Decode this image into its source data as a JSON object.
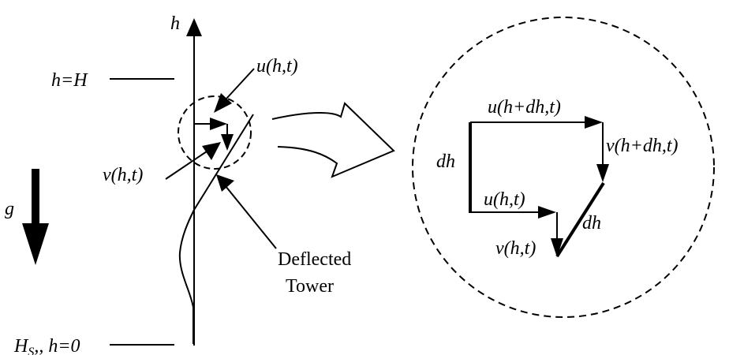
{
  "figure": {
    "description": "Deflected tower kinematics: axial and lateral displacement of a tower element",
    "colors": {
      "stroke": "#000000",
      "background": "#ffffff"
    },
    "left_panel": {
      "axis_label": "h",
      "top_level_label": "h=H",
      "base_label_main": "H",
      "base_label_sub": "S",
      "base_label_rest": ",, h=0",
      "gravity_label": "g",
      "u_label": "u(h,t)",
      "v_label": "v(h,t)",
      "deflected_label_line1": "Deflected",
      "deflected_label_line2": "Tower"
    },
    "zoom_panel": {
      "u_top_label": "u(h+dh,t)",
      "v_top_label": "v(h+dh,t)",
      "dh_left_label": "dh",
      "u_bottom_label": "u(h,t)",
      "v_bottom_label": "v(h,t)",
      "dh_diag_label": "dh"
    },
    "icons": {
      "magnify_arrow": "curved-block-arrow",
      "gravity_arrow": "down-arrow"
    }
  }
}
